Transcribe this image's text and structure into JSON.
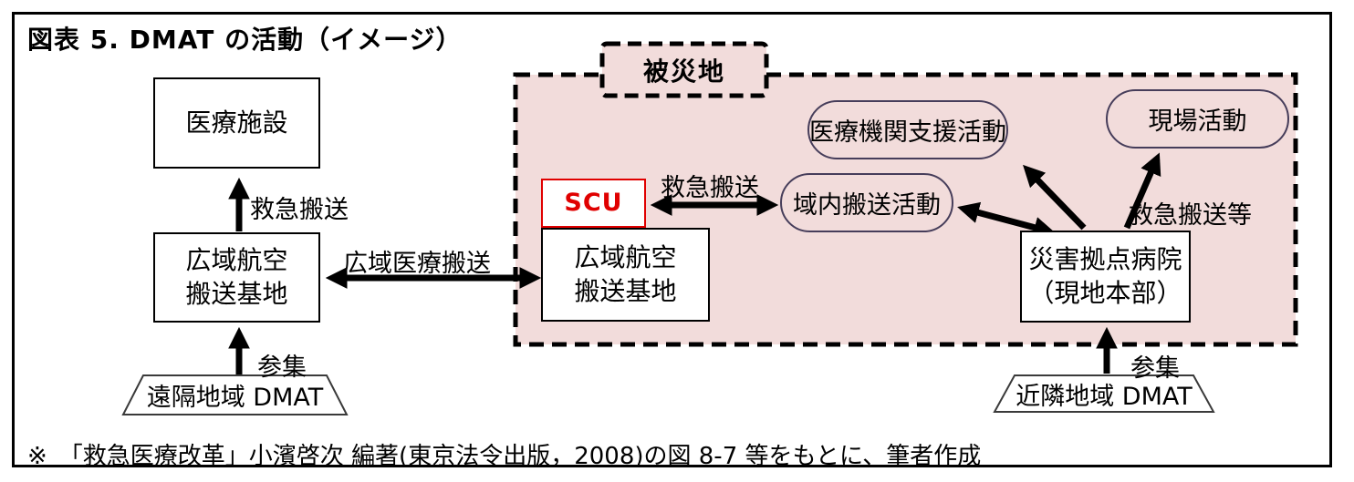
{
  "title": "図表 5. DMAT の活動（イメージ）",
  "disaster_area": {
    "label": "被災地"
  },
  "nodes": {
    "medical_facility": "医療施設",
    "air_base_left_line1": "広域航空",
    "air_base_left_line2": "搬送基地",
    "scu": "SCU",
    "air_base_right_line1": "広域航空",
    "air_base_right_line2": "搬送基地",
    "hospital_line1": "災害拠点病院",
    "hospital_line2": "（現地本部）",
    "activity_medical_support": "医療機関支援活動",
    "activity_onsite": "現場活動",
    "activity_local_transport": "域内搬送活動",
    "remote_dmat": "遠隔地域 DMAT",
    "nearby_dmat": "近隣地域 DMAT"
  },
  "edge_labels": {
    "emergency_transport_left": "救急搬送",
    "wide_area_medical_transport": "広域医療搬送",
    "gathering_left": "参集",
    "emergency_transport_scu": "救急搬送",
    "emergency_transport_etc": "救急搬送等",
    "gathering_right": "参集"
  },
  "footnote": "※　「救急医療改革」小濱啓次 編著(東京法令出版，2008)の図 8-7 等をもとに、筆者作成",
  "colors": {
    "disaster_area_fill": "#f2dcdb",
    "scu_accent": "#e00000",
    "activity_outline": "#463d5a",
    "arrow": "#000000"
  }
}
